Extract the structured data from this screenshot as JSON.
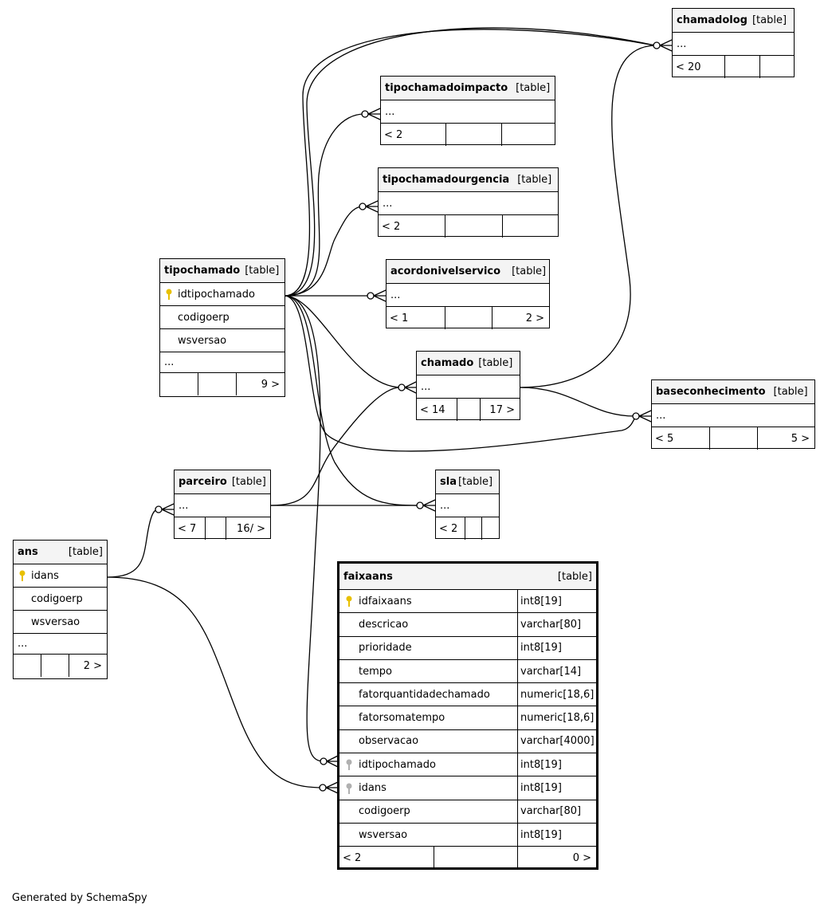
{
  "footer": "Generated by SchemaSpy",
  "tables": {
    "chamadolog": {
      "name": "chamadolog",
      "type": "[table]",
      "ellipsis": "...",
      "foot": [
        "< 20",
        "",
        ""
      ]
    },
    "tipochamadoimpacto": {
      "name": "tipochamadoimpacto",
      "type": "[table]",
      "ellipsis": "...",
      "foot": [
        "< 2",
        "",
        ""
      ]
    },
    "tipochamadourgencia": {
      "name": "tipochamadourgencia",
      "type": "[table]",
      "ellipsis": "...",
      "foot": [
        "< 2",
        "",
        ""
      ]
    },
    "acordonivelservico": {
      "name": "acordonivelservico",
      "type": "[table]",
      "ellipsis": "...",
      "foot": [
        "< 1",
        "",
        "2 >"
      ]
    },
    "tipochamado": {
      "name": "tipochamado",
      "type": "[table]",
      "columns": [
        "idtipochamado",
        "codigoerp",
        "wsversao"
      ],
      "ellipsis": "...",
      "foot": [
        "",
        "",
        "9 >"
      ]
    },
    "chamado": {
      "name": "chamado",
      "type": "[table]",
      "ellipsis": "...",
      "foot": [
        "< 14",
        "",
        "17 >"
      ]
    },
    "baseconhecimento": {
      "name": "baseconhecimento",
      "type": "[table]",
      "ellipsis": "...",
      "foot": [
        "< 5",
        "",
        "5 >"
      ]
    },
    "parceiro": {
      "name": "parceiro",
      "type": "[table]",
      "ellipsis": "...",
      "foot": [
        "< 7",
        "",
        "16/ >"
      ]
    },
    "sla": {
      "name": "sla",
      "type": "[table]",
      "ellipsis": "...",
      "foot": [
        "< 2",
        "",
        ""
      ]
    },
    "ans": {
      "name": "ans",
      "type": "[table]",
      "columns": [
        "idans",
        "codigoerp",
        "wsversao"
      ],
      "ellipsis": "...",
      "foot": [
        "",
        "",
        "2 >"
      ]
    },
    "faixaans": {
      "name": "faixaans",
      "type": "[table]",
      "columns": [
        {
          "name": "idfaixaans",
          "type": "int8[19]",
          "key": "primary"
        },
        {
          "name": "descricao",
          "type": "varchar[80]",
          "key": ""
        },
        {
          "name": "prioridade",
          "type": "int8[19]",
          "key": ""
        },
        {
          "name": "tempo",
          "type": "varchar[14]",
          "key": ""
        },
        {
          "name": "fatorquantidadechamado",
          "type": "numeric[18,6]",
          "key": ""
        },
        {
          "name": "fatorsomatempo",
          "type": "numeric[18,6]",
          "key": ""
        },
        {
          "name": "observacao",
          "type": "varchar[4000]",
          "key": ""
        },
        {
          "name": "idtipochamado",
          "type": "int8[19]",
          "key": "foreign"
        },
        {
          "name": "idans",
          "type": "int8[19]",
          "key": "foreign"
        },
        {
          "name": "codigoerp",
          "type": "varchar[80]",
          "key": ""
        },
        {
          "name": "wsversao",
          "type": "int8[19]",
          "key": ""
        }
      ],
      "foot": [
        "< 2",
        "",
        "0 >"
      ]
    }
  },
  "colors": {
    "primary_key": "#e8c000",
    "foreign_key": "#b0b0b0",
    "header_bg": "#f4f4f4"
  }
}
